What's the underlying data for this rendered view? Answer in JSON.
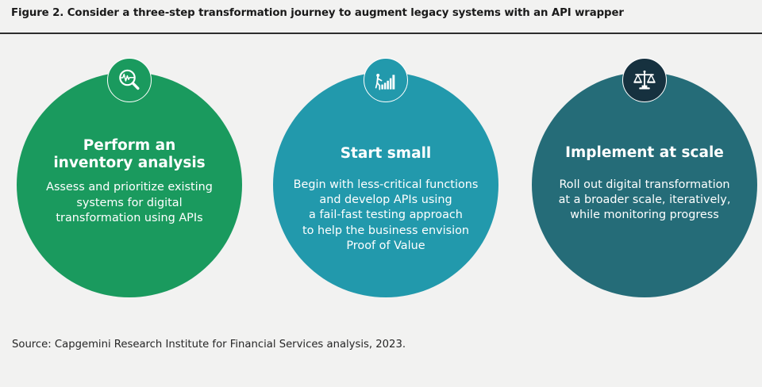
{
  "figure": {
    "title": "Figure 2. Consider a three-step transformation journey to augment legacy systems with an API wrapper",
    "source": "Source: Capgemini Research Institute for Financial Services analysis, 2023."
  },
  "colors": {
    "background": "#f2f2f1",
    "title_text": "#1a1a1a",
    "rule": "#2e2e2e",
    "step1": "#1a9a5e",
    "step2": "#2299ac",
    "step3": "#256c78",
    "badge3": "#16313f",
    "on_color_text": "#ffffff"
  },
  "steps": [
    {
      "index": 1,
      "icon": "magnifier-pulse-icon",
      "heading": "Perform an\ninventory analysis",
      "body": "Assess and prioritize existing\nsystems for digital\ntransformation using APIs",
      "color": "#1a9a5e"
    },
    {
      "index": 2,
      "icon": "person-climbing-bar-chart-icon",
      "heading": "Start small",
      "body": "Begin with less-critical functions\nand develop APIs using\na fail-fast testing approach\nto help the business envision\nProof of Value",
      "color": "#2299ac"
    },
    {
      "index": 3,
      "icon": "balance-scale-icon",
      "heading": "Implement at scale",
      "body": "Roll out digital transformation\nat a broader scale, iteratively,\nwhile monitoring progress",
      "color": "#256c78"
    }
  ]
}
